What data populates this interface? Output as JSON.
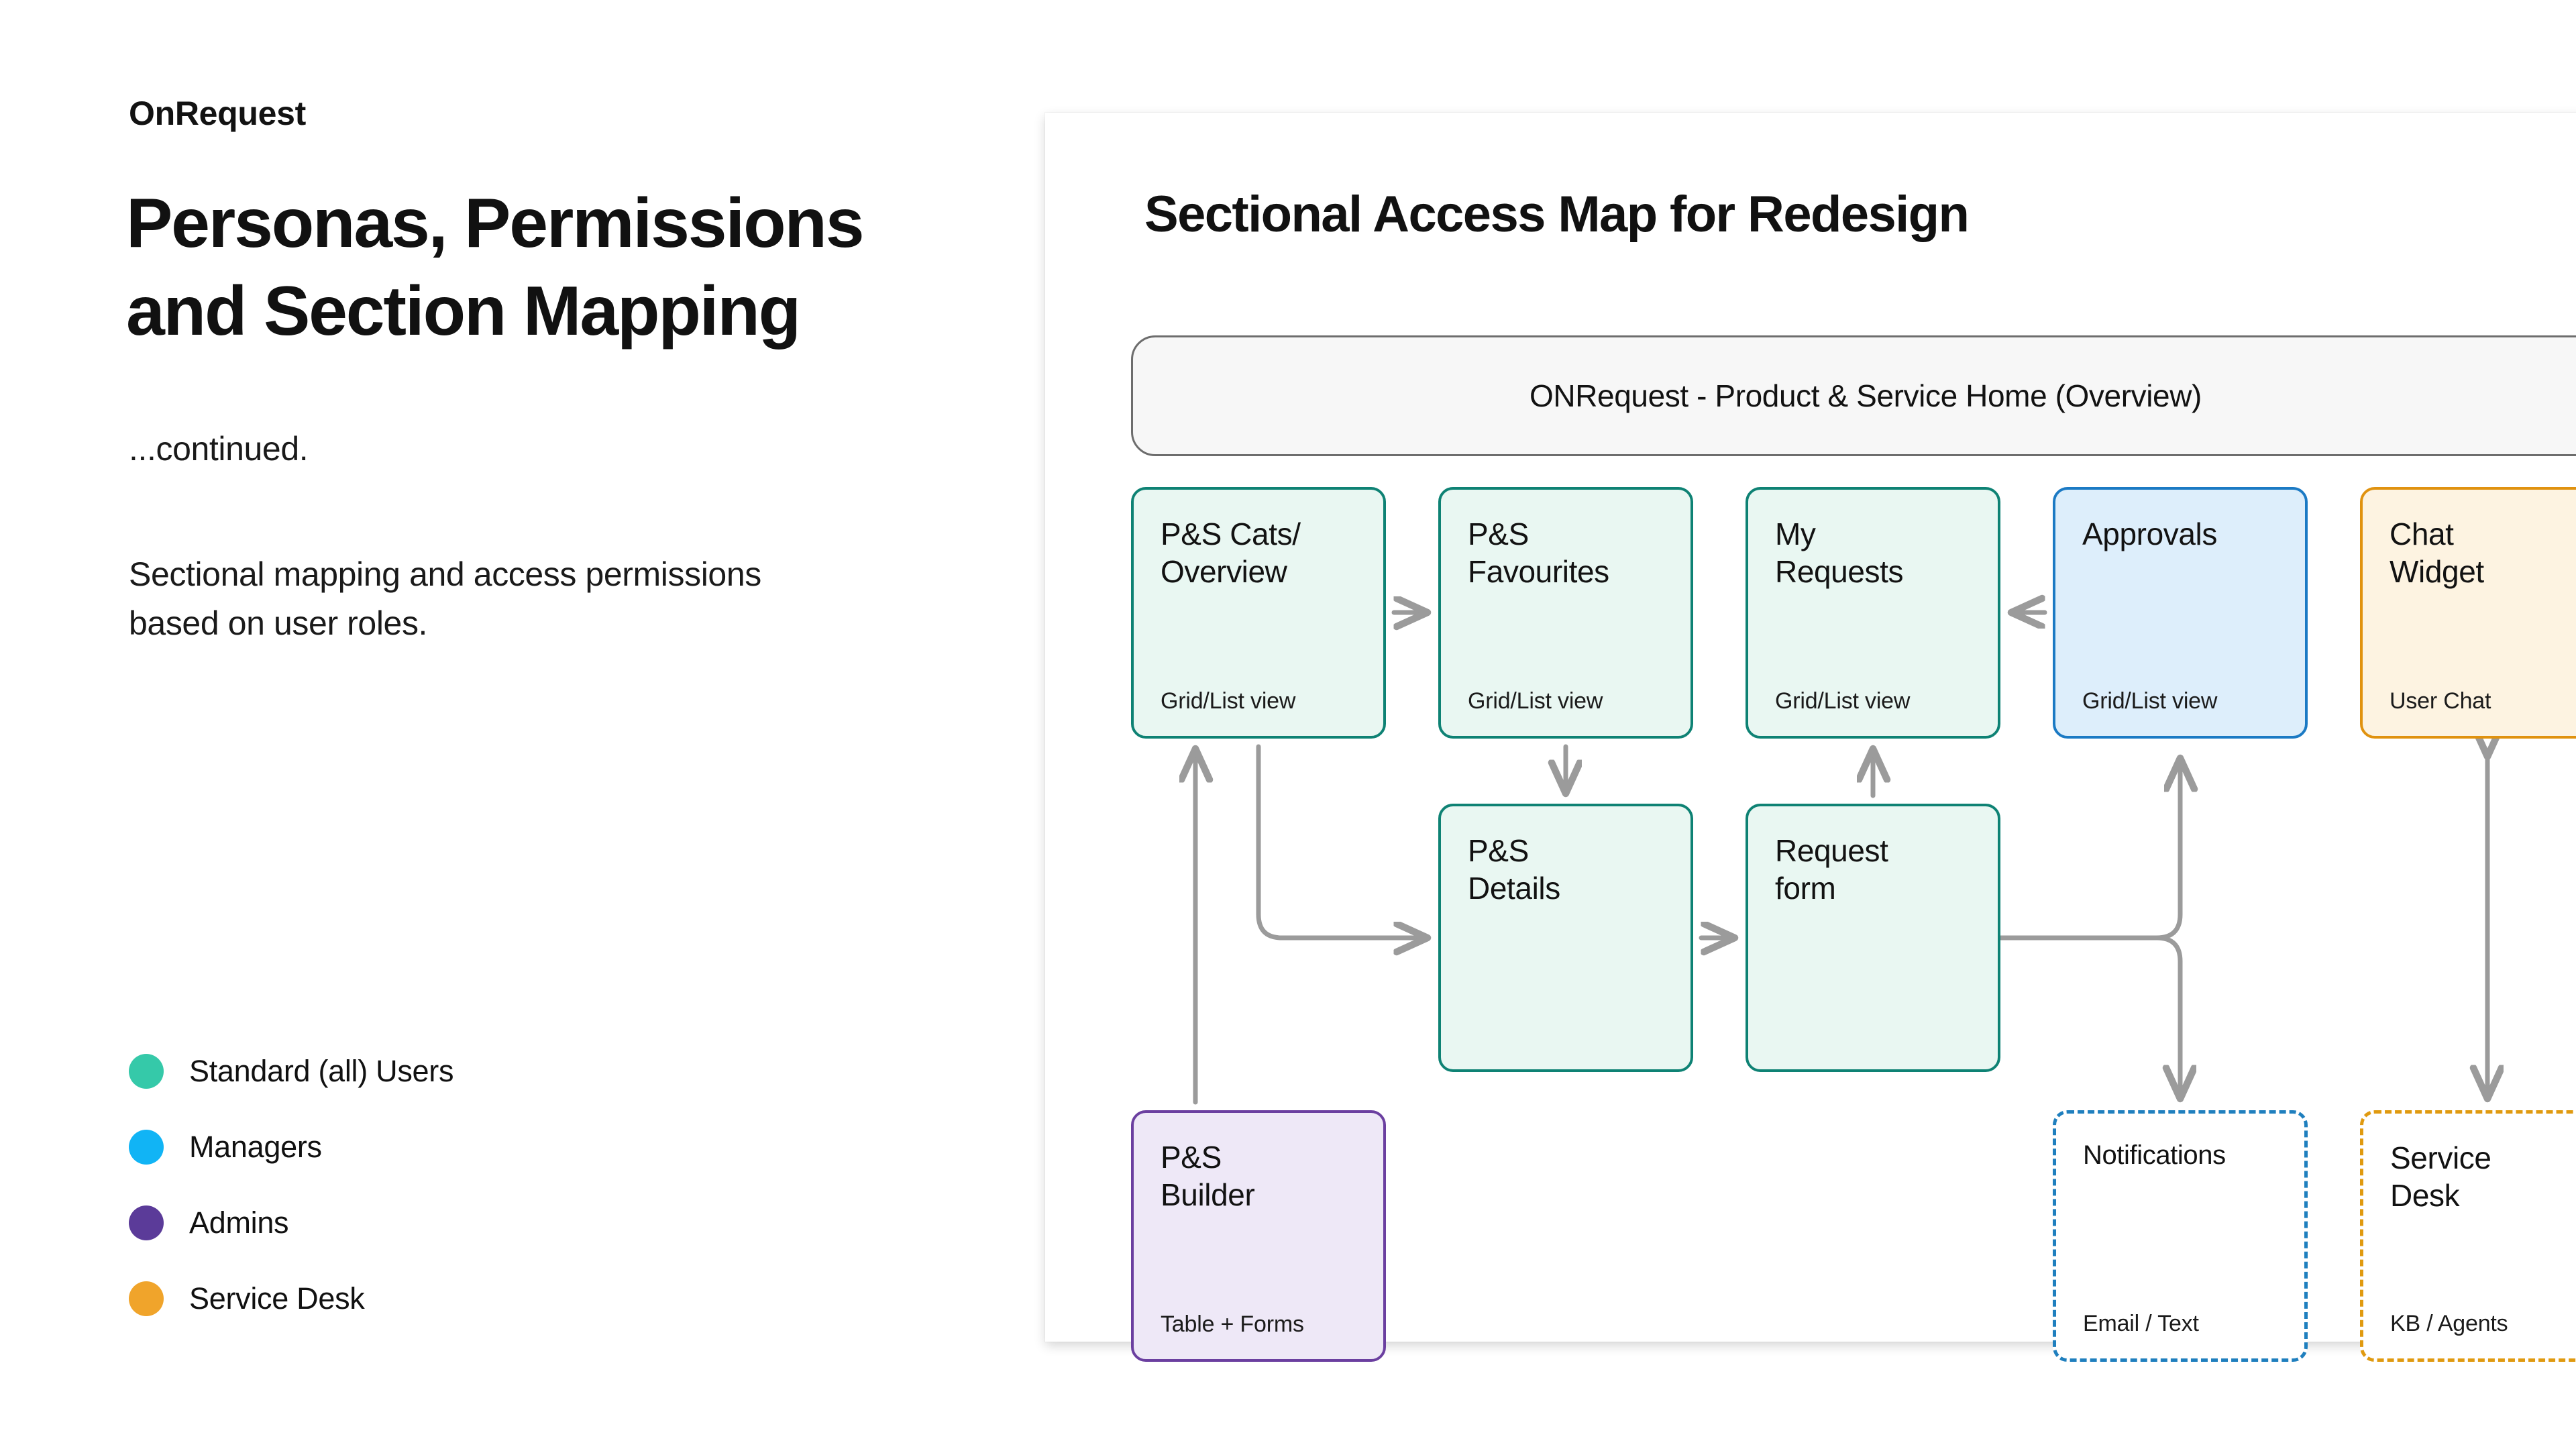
{
  "left": {
    "eyebrow": "OnRequest",
    "title": "Personas, Permissions and Section Mapping",
    "continued": "...continued.",
    "description": "Sectional mapping and access permissions based on user roles.",
    "legend": [
      {
        "label": "Standard (all) Users",
        "color": "#35c9a9"
      },
      {
        "label": "Managers",
        "color": "#11b4f5"
      },
      {
        "label": "Admins",
        "color": "#5b3b99"
      },
      {
        "label": "Service Desk",
        "color": "#f0a42b"
      }
    ]
  },
  "diagram": {
    "title": "Sectional Access Map for Redesign",
    "home_bar": {
      "label": "ONRequest - Product & Service Home (Overview)"
    },
    "nodes": [
      {
        "id": "cats",
        "title": "P&S Cats/\nOverview",
        "sub": "Grid/List view",
        "style": "green"
      },
      {
        "id": "fav",
        "title": "P&S\nFavourites",
        "sub": "Grid/List view",
        "style": "green"
      },
      {
        "id": "myreq",
        "title": "My\nRequests",
        "sub": "Grid/List view",
        "style": "green"
      },
      {
        "id": "approvals",
        "title": "Approvals",
        "sub": "Grid/List view",
        "style": "blue"
      },
      {
        "id": "chat",
        "title": "Chat\nWidget",
        "sub": "User Chat",
        "style": "orange"
      },
      {
        "id": "details",
        "title": "P&S\nDetails",
        "sub": "",
        "style": "green"
      },
      {
        "id": "reqform",
        "title": "Request\nform",
        "sub": "",
        "style": "green"
      },
      {
        "id": "builder",
        "title": "P&S\nBuilder",
        "sub": "Table + Forms",
        "style": "purple"
      },
      {
        "id": "notif",
        "title": "Notifications",
        "sub": "Email / Text",
        "style": "dashed-blue"
      },
      {
        "id": "sdesk",
        "title": "Service\nDesk",
        "sub": "KB / Agents",
        "style": "dashed-orange"
      }
    ],
    "edges": [
      {
        "from": "cats",
        "to": "fav",
        "dir": "right"
      },
      {
        "from": "approvals",
        "to": "myreq",
        "dir": "left"
      },
      {
        "from": "fav",
        "to": "details",
        "dir": "down"
      },
      {
        "from": "details",
        "to": "reqform",
        "dir": "right"
      },
      {
        "from": "reqform",
        "to": "myreq",
        "dir": "up"
      },
      {
        "from": "builder",
        "to": "cats",
        "dir": "up"
      },
      {
        "from": "cats",
        "to": "details",
        "dir": "elbow-down-right"
      },
      {
        "from": "reqform",
        "to": "approvals",
        "dir": "elbow-right-up"
      },
      {
        "from": "reqform",
        "to": "notif",
        "dir": "elbow-right-down"
      },
      {
        "from": "chat",
        "to": "sdesk",
        "dir": "bidirectional-vertical"
      }
    ],
    "colors": {
      "green_border": "#0e8274",
      "green_fill": "#e9f7f2",
      "blue_border": "#1b7ac4",
      "blue_fill": "#ddeefb",
      "orange_border": "#e0920f",
      "orange_fill": "#fdf3e1",
      "purple_border": "#6b3fa0",
      "purple_fill": "#eee8f7",
      "dashed_blue": "#1f7fbe",
      "dashed_orange": "#e09a10",
      "arrow": "#9b9b9b",
      "header_border": "#6d6d6d",
      "header_fill": "#f7f7f7"
    }
  }
}
